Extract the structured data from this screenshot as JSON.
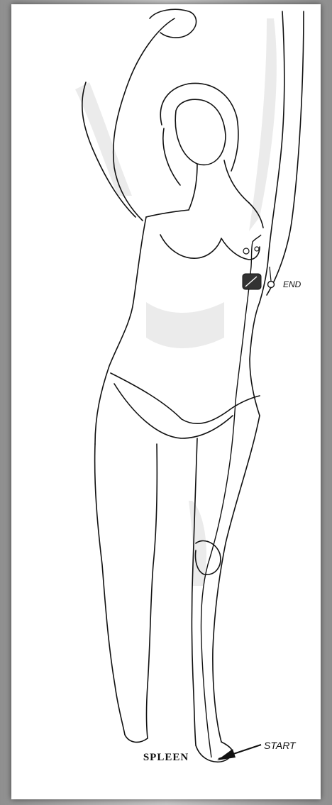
{
  "figure": {
    "caption": "SPLEEN",
    "start_label": "START",
    "end_label": "END",
    "meridian_color": "#111111",
    "background_color": "#ffffff",
    "frame_color": "#a8a8a8"
  }
}
